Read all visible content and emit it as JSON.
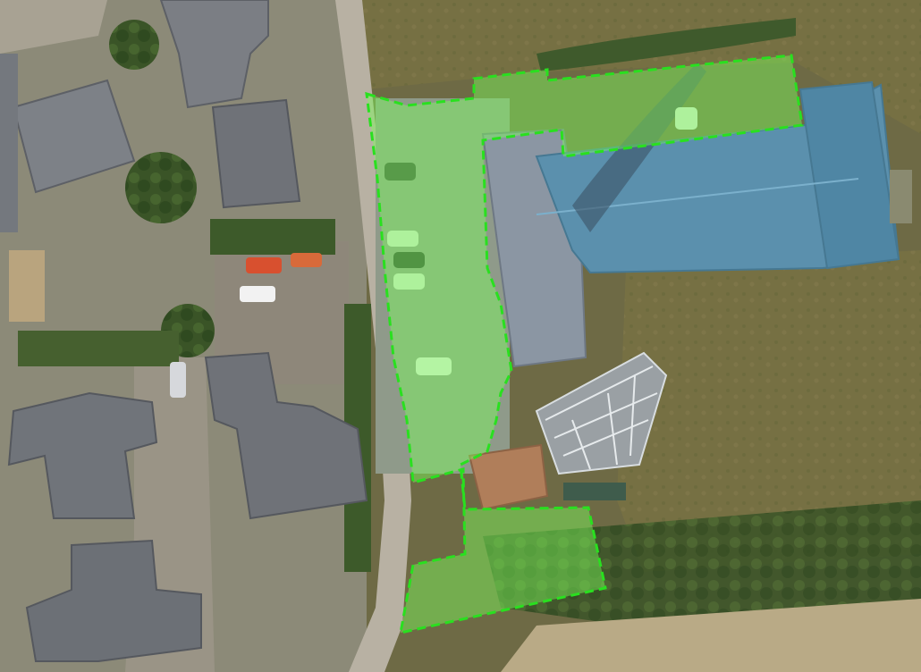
{
  "map": {
    "view": "aerial-satellite",
    "labels": []
  },
  "overlay": {
    "shape": "site-boundary-polygon",
    "fill_color": "#7dff5a",
    "fill_opacity": 0.45,
    "stroke_color": "#29e01f",
    "stroke_style": "dashed"
  },
  "colors": {
    "grass_field": "#7a7043",
    "grass_dark": "#5a5a34",
    "road": "#b9b2a5",
    "roof_blue": "#5b90ad",
    "roof_grey": "#7b7f86",
    "roof_brown": "#b07e5a",
    "hedge": "#3c5a2b"
  }
}
